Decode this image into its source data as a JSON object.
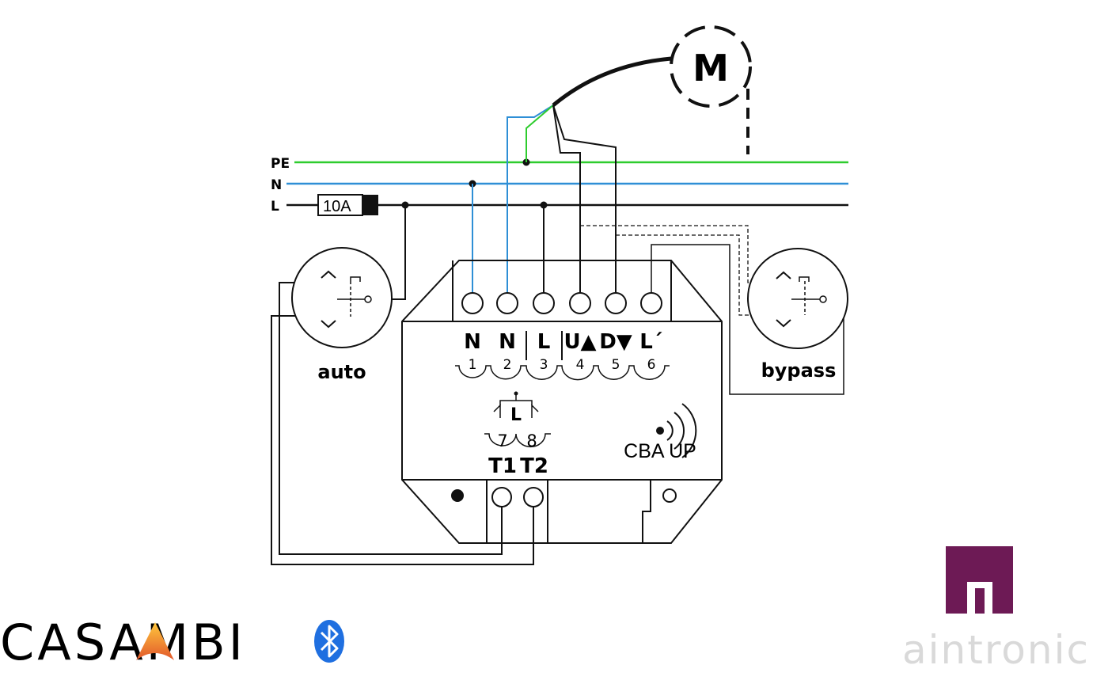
{
  "lines": {
    "pe": "PE",
    "n": "N",
    "l": "L"
  },
  "fuse": "10A",
  "motor": "M",
  "switches": {
    "auto": "auto",
    "bypass": "bypass"
  },
  "terminals": [
    {
      "name": "N",
      "number": "1"
    },
    {
      "name": "N",
      "number": "2"
    },
    {
      "name": "L",
      "number": "3"
    },
    {
      "name": "U▲",
      "number": "4"
    },
    {
      "name": "D▼",
      "number": "5"
    },
    {
      "name": "L´",
      "number": "6"
    }
  ],
  "inputs": [
    {
      "name": "T1",
      "number": "7"
    },
    {
      "name": "T2",
      "number": "8"
    }
  ],
  "input_symbol": "L",
  "device": "CBA UP",
  "brands": {
    "casambi": "CASAMBI",
    "casambi_a": "A",
    "aintronic": "aintronic"
  },
  "colors": {
    "pe": "#2ecc2e",
    "n": "#2e8fd6",
    "l": "#111111",
    "casambi_gradient": [
      "#f5a623",
      "#e2572b"
    ],
    "aintronic": "#6d1a55",
    "bluetooth": "#1f6fe0"
  }
}
